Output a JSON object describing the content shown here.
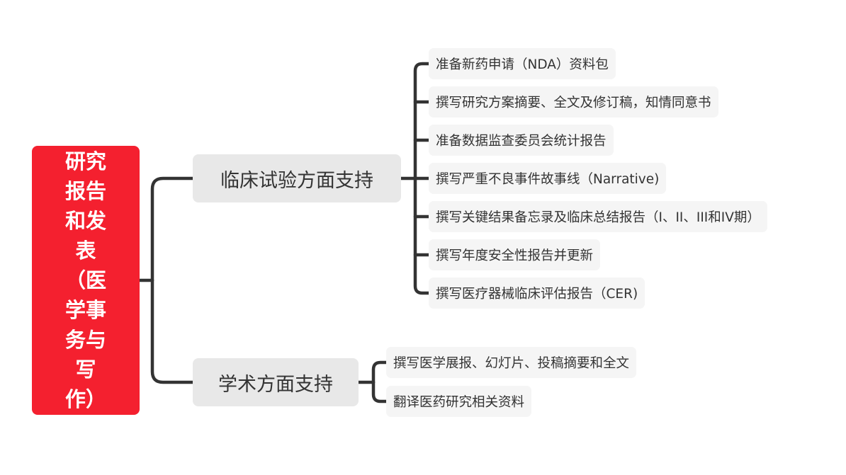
{
  "colors": {
    "root_fill": "#f4202f",
    "branch_fill": "#e8e8e8",
    "leaf_fill": "#f5f5f5",
    "connector": "#333333",
    "text": "#333333"
  },
  "root": {
    "label": "研究报告和发表（医学事务与写作）"
  },
  "branches": [
    {
      "label": "临床试验方面支持",
      "children": [
        "准备新药申请（NDA）资料包",
        "撰写研究方案摘要、全文及修订稿，知情同意书",
        "准备数据监查委员会统计报告",
        "撰写严重不良事件故事线（Narrative)",
        "撰写关键结果备忘录及临床总结报告（I、II、III和IV期）",
        "撰写年度安全性报告并更新",
        "撰写医疗器械临床评估报告（CER)"
      ]
    },
    {
      "label": "学术方面支持",
      "children": [
        "撰写医学展报、幻灯片、投稿摘要和全文",
        "翻译医药研究相关资料"
      ]
    }
  ]
}
